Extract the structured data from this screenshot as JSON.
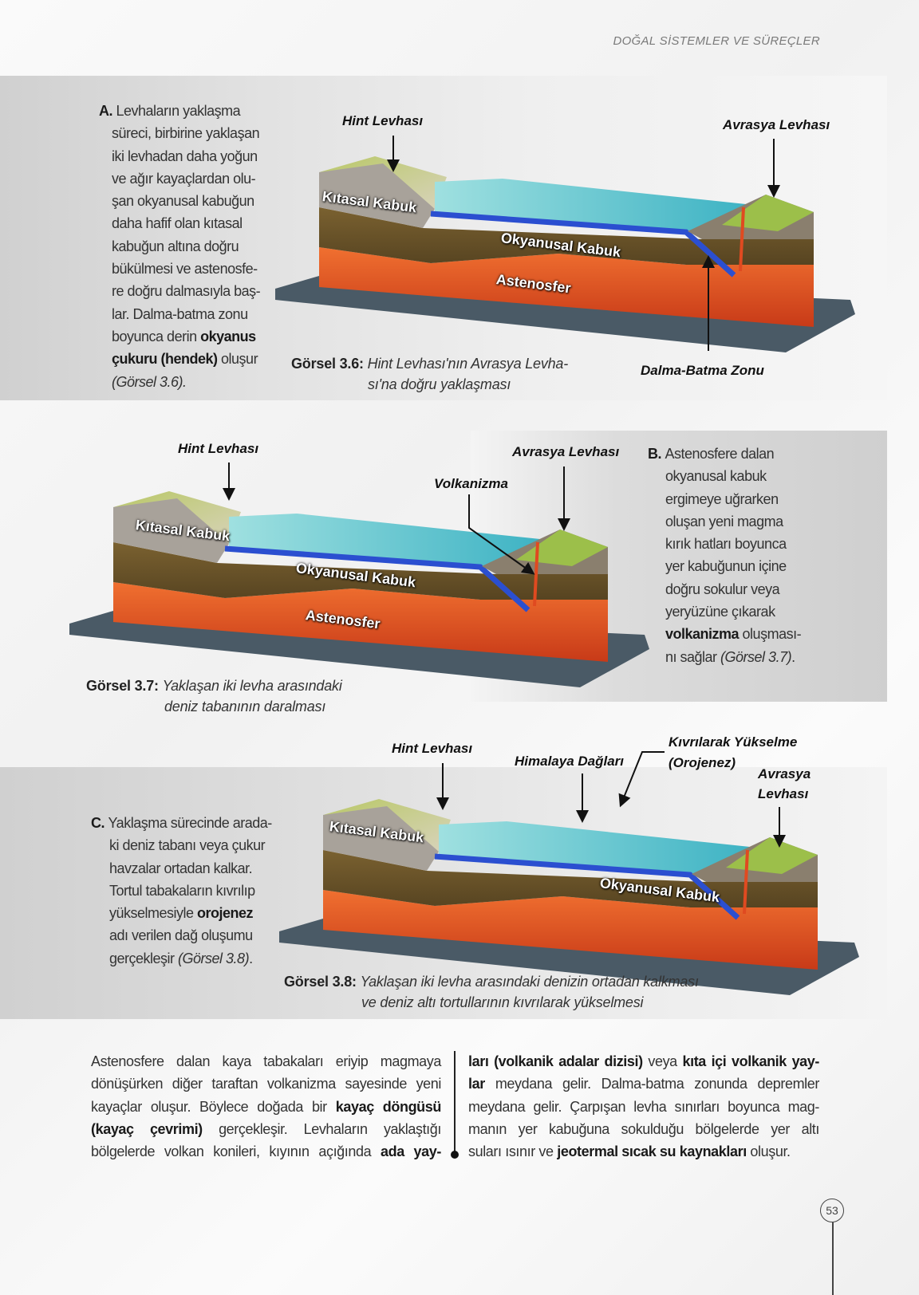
{
  "header": {
    "title": "DOĞAL SİSTEMLER VE SÜREÇLER"
  },
  "sectionA": {
    "lines": [
      [
        [
          "A. ",
          "b"
        ],
        [
          "Levhaların yaklaşma",
          ""
        ]
      ],
      [
        [
          "süreci, birbirine yaklaşan",
          ""
        ]
      ],
      [
        [
          "iki levhadan daha yoğun",
          ""
        ]
      ],
      [
        [
          "ve ağır kayaçlardan olu-",
          ""
        ]
      ],
      [
        [
          "şan okyanusal kabuğun",
          ""
        ]
      ],
      [
        [
          "daha hafif olan kıtasal",
          ""
        ]
      ],
      [
        [
          "kabuğun altına doğru",
          ""
        ]
      ],
      [
        [
          "bükülmesi ve astenosfe-",
          ""
        ]
      ],
      [
        [
          "re doğru dalmasıyla baş-",
          ""
        ]
      ],
      [
        [
          "lar. Dalma-batma zonu",
          ""
        ]
      ],
      [
        [
          "boyunca derin ",
          ""
        ],
        [
          "okyanus",
          "b"
        ]
      ],
      [
        [
          "çukuru (hendek)",
          "b"
        ],
        [
          " oluşur",
          ""
        ]
      ],
      [
        [
          "(Görsel 3.6).",
          "i"
        ]
      ]
    ]
  },
  "sectionB": {
    "lines": [
      [
        [
          "B. ",
          "b"
        ],
        [
          "Astenosfere dalan",
          ""
        ]
      ],
      [
        [
          "okyanusal kabuk",
          ""
        ]
      ],
      [
        [
          "ergimeye uğrarken",
          ""
        ]
      ],
      [
        [
          "oluşan yeni magma",
          ""
        ]
      ],
      [
        [
          "kırık hatları boyunca",
          ""
        ]
      ],
      [
        [
          "yer kabuğunun içine",
          ""
        ]
      ],
      [
        [
          "doğru sokulur veya",
          ""
        ]
      ],
      [
        [
          "yeryüzüne çıkarak",
          ""
        ]
      ],
      [
        [
          "volkanizma",
          "b"
        ],
        [
          " oluşması-",
          ""
        ]
      ],
      [
        [
          "nı sağlar ",
          ""
        ],
        [
          "(Görsel 3.7)",
          "i"
        ],
        [
          ".",
          ""
        ]
      ]
    ]
  },
  "sectionC": {
    "lines": [
      [
        [
          "C. ",
          "b"
        ],
        [
          "Yaklaşma sürecinde arada-",
          ""
        ]
      ],
      [
        [
          "ki deniz tabanı veya çukur",
          ""
        ]
      ],
      [
        [
          "havzalar ortadan kalkar.",
          ""
        ]
      ],
      [
        [
          "Tortul tabakaların kıvrılıp",
          ""
        ]
      ],
      [
        [
          "yükselmesiyle ",
          ""
        ],
        [
          "orojenez",
          "b"
        ]
      ],
      [
        [
          "adı verilen dağ oluşumu",
          ""
        ]
      ],
      [
        [
          "gerçekleşir ",
          ""
        ],
        [
          "(Görsel 3.8)",
          "i"
        ],
        [
          ".",
          ""
        ]
      ]
    ]
  },
  "fig36": {
    "hint": "Hint Levhası",
    "avrasya": "Avrasya Levhası",
    "kitasal": "Kıtasal Kabuk",
    "okyanusal": "Okyanusal Kabuk",
    "astenosfer": "Astenosfer",
    "dalma": "Dalma-Batma Zonu",
    "caption_label": "Görsel 3.6:",
    "caption_line1": "Hint Levhası'nın Avrasya Levha-",
    "caption_line2": "sı'na doğru yaklaşması"
  },
  "fig37": {
    "hint": "Hint Levhası",
    "avrasya": "Avrasya Levhası",
    "volkanizma": "Volkanizma",
    "kitasal": "Kıtasal Kabuk",
    "okyanusal": "Okyanusal Kabuk",
    "astenosfer": "Astenosfer",
    "caption_label": "Görsel 3.7:",
    "caption_line1": "Yaklaşan iki levha arasındaki",
    "caption_line2": "deniz tabanının daralması"
  },
  "fig38": {
    "hint": "Hint Levhası",
    "himalaya": "Himalaya Dağları",
    "kivrilarak1": "Kıvrılarak Yükselme",
    "kivrilarak2": "(Orojenez)",
    "avrasya1": "Avrasya",
    "avrasya2": "Levhası",
    "kitasal": "Kıtasal Kabuk",
    "okyanusal": "Okyanusal Kabuk",
    "caption_label": "Görsel 3.8:",
    "caption_line1": "Yaklaşan iki levha arasındaki denizin ortadan kalkması",
    "caption_line2": "ve deniz altı tortullarının kıvrılarak yükselmesi"
  },
  "bottomLeft": {
    "lines": [
      [
        [
          "Astenosfere dalan kaya tabakaları eriyip magmaya",
          ""
        ]
      ],
      [
        [
          "dönüşürken diğer taraftan volkanizma sayesinde yeni",
          ""
        ]
      ],
      [
        [
          "kayaçlar oluşur. Böylece doğada bir ",
          ""
        ],
        [
          "kayaç döngüsü",
          "b"
        ]
      ],
      [
        [
          "(kayaç çevrimi)",
          "b"
        ],
        [
          " gerçekleşir. Levhaların yaklaştığı",
          ""
        ]
      ],
      [
        [
          "bölgelerde volkan konileri, kıyının açığında ",
          ""
        ],
        [
          "ada yay-",
          "b"
        ]
      ]
    ]
  },
  "bottomRight": {
    "lines": [
      [
        [
          "ları (volkanik adalar dizisi)",
          "b"
        ],
        [
          " veya ",
          ""
        ],
        [
          "kıta içi volkanik yay-",
          "b"
        ]
      ],
      [
        [
          "lar",
          "b"
        ],
        [
          " meydana gelir. Dalma-batma zonunda depremler",
          ""
        ]
      ],
      [
        [
          "meydana gelir. Çarpışan levha sınırları boyunca mag-",
          ""
        ]
      ],
      [
        [
          "manın yer kabuğuna sokulduğu bölgelerde yer altı",
          ""
        ]
      ],
      [
        [
          "suları ısınır ve ",
          ""
        ],
        [
          "jeotermal sıcak su kaynakları",
          "b"
        ],
        [
          " oluşur.",
          ""
        ]
      ]
    ]
  },
  "page_number": "53",
  "colors": {
    "ocean": "#5fc3cc",
    "oceanic_crust": "#2b4fd0",
    "mantle": "#6b5425",
    "asthenosphere": "#e85a25",
    "plate": "#4a5a66",
    "crust": "#a8a29a",
    "land": "#9cbf4a"
  }
}
